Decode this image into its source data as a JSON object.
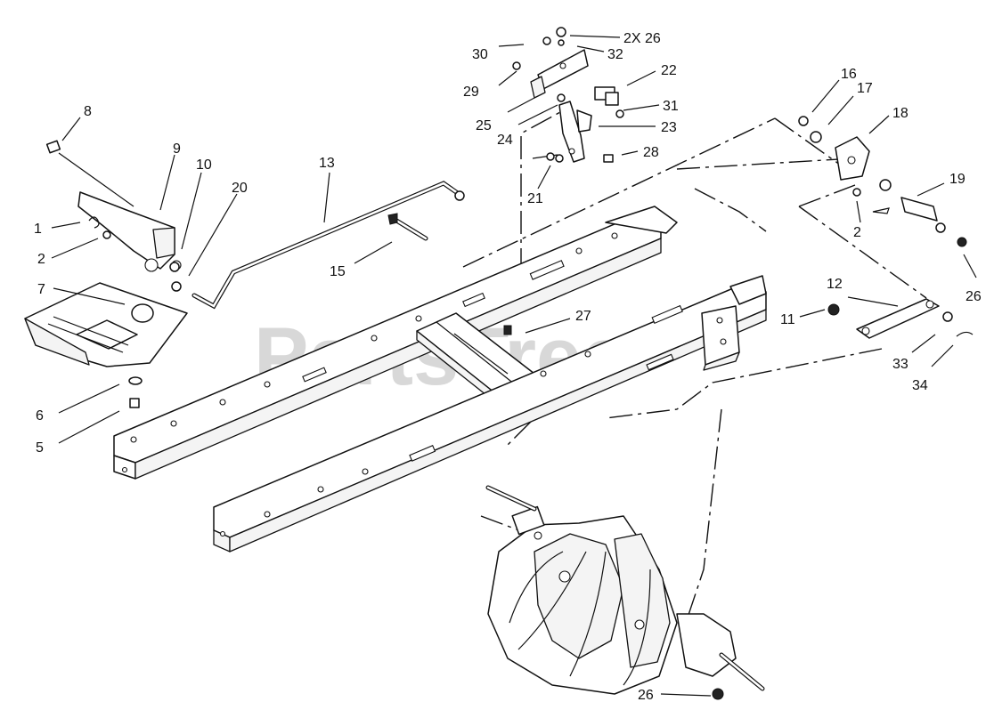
{
  "watermark": "PartsTree",
  "callouts": {
    "c1": "1",
    "c2a": "2",
    "c2b": "2",
    "c5": "5",
    "c6": "6",
    "c7": "7",
    "c8": "8",
    "c9": "9",
    "c10": "10",
    "c11": "11",
    "c12": "12",
    "c13": "13",
    "c15": "15",
    "c16": "16",
    "c17": "17",
    "c18": "18",
    "c19": "19",
    "c20": "20",
    "c21": "21",
    "c22": "22",
    "c23": "23",
    "c24": "24",
    "c25": "25",
    "c26a": "2X 26",
    "c26b": "26",
    "c26c": "26",
    "c27": "27",
    "c28": "28",
    "c29": "29",
    "c30": "30",
    "c31": "31",
    "c32": "32",
    "c33": "33",
    "c34": "34"
  }
}
